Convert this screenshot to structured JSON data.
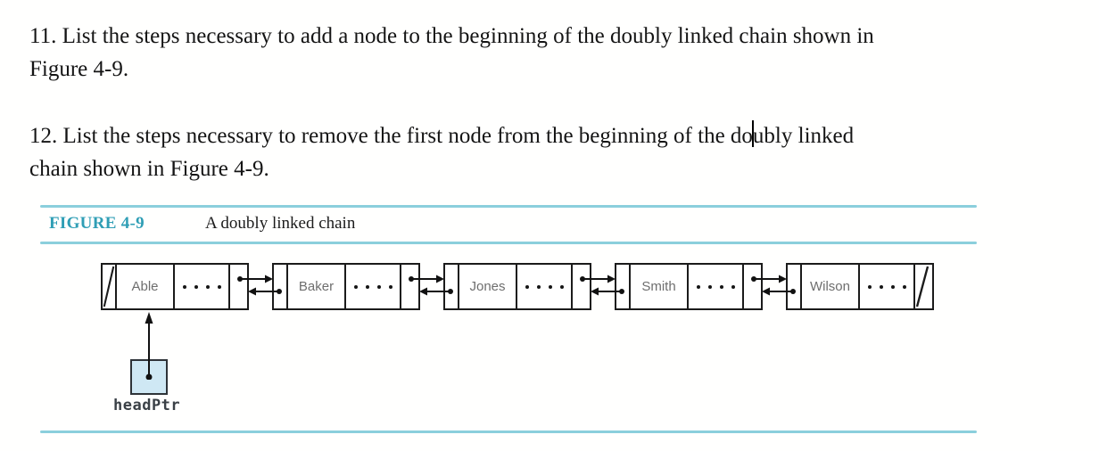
{
  "document": {
    "problem_11": {
      "line1": "11. List the steps necessary to add a node to the beginning of the doubly linked chain shown in",
      "line2": "Figure 4-9."
    },
    "problem_12": {
      "line1_before_caret": "12. List the steps necessary to remove the first node from the beginning of the do",
      "line1_after_caret": "ubly linked",
      "line2": "chain shown in Figure 4-9."
    }
  },
  "figure": {
    "label": "FIGURE 4-9",
    "caption": "A doubly linked chain",
    "nodes": [
      {
        "label": "Able"
      },
      {
        "label": "Baker"
      },
      {
        "label": "Jones"
      },
      {
        "label": "Smith"
      },
      {
        "label": "Wilson"
      }
    ],
    "head_pointer": {
      "label": "headPtr"
    },
    "colors": {
      "rule": "#8bcfdc",
      "figure_label_text": "#2f9eb5",
      "head_pointer_fill": "#cfe8f4",
      "node_border": "#1b1b1b",
      "node_name_text": "#6e6e6e"
    }
  }
}
